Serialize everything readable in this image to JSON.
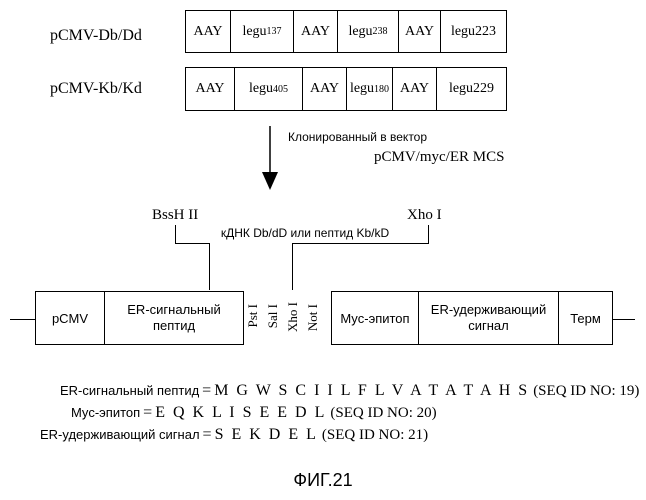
{
  "constructs": [
    {
      "name": "pCMV-Db/Dd",
      "segments": [
        {
          "text": "AAY",
          "sub": ""
        },
        {
          "text": "legu",
          "sub": "137"
        },
        {
          "text": "AAY",
          "sub": ""
        },
        {
          "text": "legu",
          "sub": "238"
        },
        {
          "text": "AAY",
          "sub": ""
        },
        {
          "text": "legu223",
          "sub": ""
        }
      ]
    },
    {
      "name": "pCMV-Kb/Kd",
      "segments": [
        {
          "text": "AAY",
          "sub": ""
        },
        {
          "text": "legu",
          "sub": "405"
        },
        {
          "text": "AAY",
          "sub": ""
        },
        {
          "text": "legu",
          "sub": "180"
        },
        {
          "text": "AAY",
          "sub": ""
        },
        {
          "text": "legu229",
          "sub": ""
        }
      ]
    }
  ],
  "cloning": {
    "text": "Клонированный в вектор",
    "vector": "pCMV/myc/ER MCS"
  },
  "insert": {
    "left_site": "BssH II",
    "label": "кДНК Db/dD или пептид Kb/kD",
    "right_site": "Xho I"
  },
  "vector_map": {
    "pcmv": "pCMV",
    "er_signal_line1": "ER-сигнальный",
    "er_signal_line2": "пептид",
    "sites": [
      "Pst I",
      "Sal I",
      "Xho I",
      "Not I"
    ],
    "myc": "Myc-эпитоп",
    "er_retention_line1": "ER-удерживающий",
    "er_retention_line2": "сигнал",
    "term": "Терм"
  },
  "sequences": [
    {
      "label": "ER-сигнальный  пептид",
      "residues": "M G W S C I I L F L V A T A T A H S",
      "seq_id": "(SEQ ID NO: 19)"
    },
    {
      "label": "Myc-эпитоп",
      "residues": "E Q K L I S E E D L",
      "seq_id": "(SEQ ID NO: 20)"
    },
    {
      "label": "ER-удерживающий  сигнал",
      "residues": "S E K D E L",
      "seq_id": "(SEQ ID NO: 21)"
    }
  ],
  "figure_label": "ФИГ.21"
}
